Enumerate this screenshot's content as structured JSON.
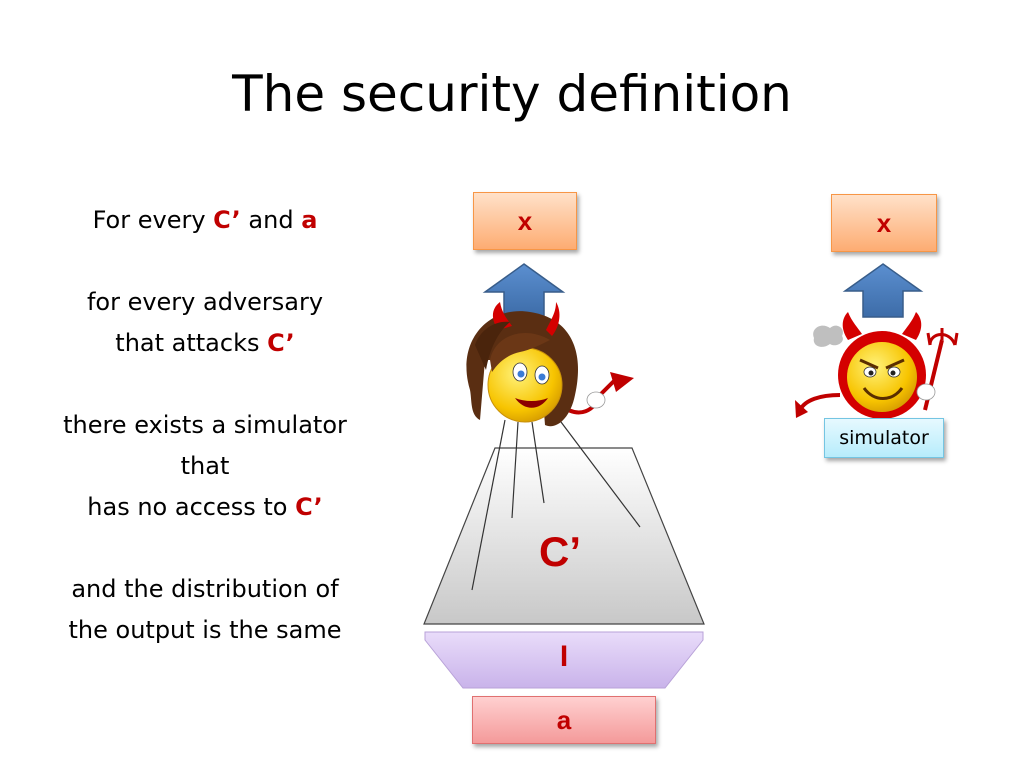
{
  "title": "The security definition",
  "left_text": {
    "l1_pre": "For every ",
    "l1_c": "C’",
    "l1_mid": " and ",
    "l1_a": "a",
    "l2": "for every adversary",
    "l3_pre": "that attacks ",
    "l3_c": "C’",
    "l4": "there exists a simulator",
    "l5": "that",
    "l6_pre": "has no access to ",
    "l6_c": "C’",
    "l7": "and the distribution of",
    "l8": "the output is the same"
  },
  "diagram": {
    "output_left": "x",
    "output_right": "x",
    "circuit_label": "C’",
    "interface_label": "I",
    "input_label": "a",
    "simulator_label": "simulator"
  },
  "colors": {
    "accent_red": "#c00000",
    "arrow_blue": "#4f81bd",
    "output_orange": "#fdac72",
    "input_pink": "#f49a9a",
    "interface_purple": "#d9c8f0",
    "simulator_cyan": "#b7ecfb"
  },
  "icons": [
    "up-arrow-icon",
    "adversary-devil-icon",
    "simulator-devil-icon"
  ]
}
